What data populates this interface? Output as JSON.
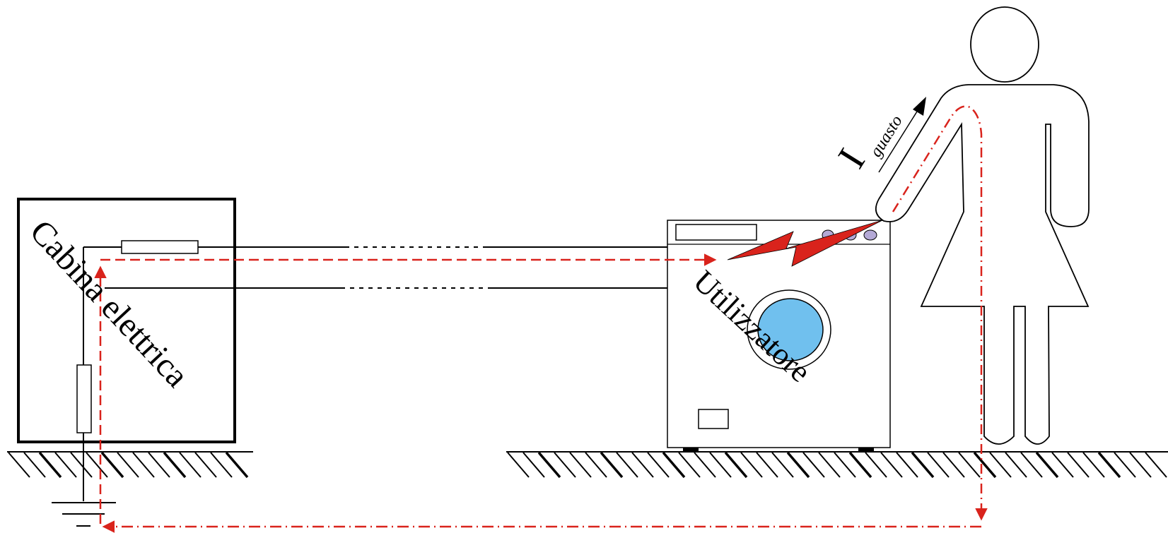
{
  "labels": {
    "cabin": "Cabina elettrica",
    "appliance": "Utilizzatore",
    "current_symbol": "I",
    "current_subscript": "guasto"
  },
  "colors": {
    "fault_path": "#d9231c",
    "drum_fill": "#70c0ee",
    "buttons_fill": "#b4a9d6",
    "ground": "#000000"
  }
}
